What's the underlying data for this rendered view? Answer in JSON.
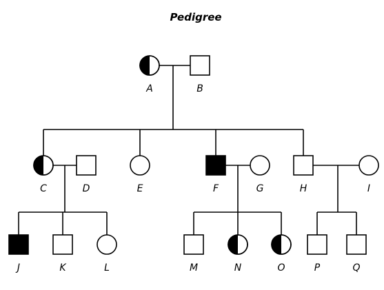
{
  "title": "Pedigree",
  "colors": {
    "ink": "#000000",
    "background": "#ffffff"
  },
  "individuals": [
    {
      "id": "A",
      "label": "A",
      "sex": "female",
      "status": "carrier"
    },
    {
      "id": "B",
      "label": "B",
      "sex": "male",
      "status": "unaffected"
    },
    {
      "id": "C",
      "label": "C",
      "sex": "female",
      "status": "carrier"
    },
    {
      "id": "D",
      "label": "D",
      "sex": "male",
      "status": "unaffected"
    },
    {
      "id": "E",
      "label": "E",
      "sex": "female",
      "status": "unaffected"
    },
    {
      "id": "F",
      "label": "F",
      "sex": "male",
      "status": "affected"
    },
    {
      "id": "G",
      "label": "G",
      "sex": "female",
      "status": "unaffected"
    },
    {
      "id": "H",
      "label": "H",
      "sex": "male",
      "status": "unaffected"
    },
    {
      "id": "I",
      "label": "I",
      "sex": "female",
      "status": "unaffected"
    },
    {
      "id": "J",
      "label": "J",
      "sex": "male",
      "status": "affected"
    },
    {
      "id": "K",
      "label": "K",
      "sex": "male",
      "status": "unaffected"
    },
    {
      "id": "L",
      "label": "L",
      "sex": "female",
      "status": "unaffected"
    },
    {
      "id": "M",
      "label": "M",
      "sex": "male",
      "status": "unaffected"
    },
    {
      "id": "N",
      "label": "N",
      "sex": "female",
      "status": "carrier"
    },
    {
      "id": "O",
      "label": "O",
      "sex": "female",
      "status": "carrier"
    },
    {
      "id": "P",
      "label": "P",
      "sex": "male",
      "status": "unaffected"
    },
    {
      "id": "Q",
      "label": "Q",
      "sex": "male",
      "status": "unaffected"
    }
  ],
  "couples": [
    {
      "partners": [
        "A",
        "B"
      ],
      "children": [
        "C",
        "E",
        "F",
        "H"
      ]
    },
    {
      "partners": [
        "C",
        "D"
      ],
      "children": [
        "J",
        "K",
        "L"
      ]
    },
    {
      "partners": [
        "F",
        "G"
      ],
      "children": [
        "M",
        "N",
        "O"
      ]
    },
    {
      "partners": [
        "H",
        "I"
      ],
      "children": [
        "P",
        "Q"
      ]
    }
  ]
}
